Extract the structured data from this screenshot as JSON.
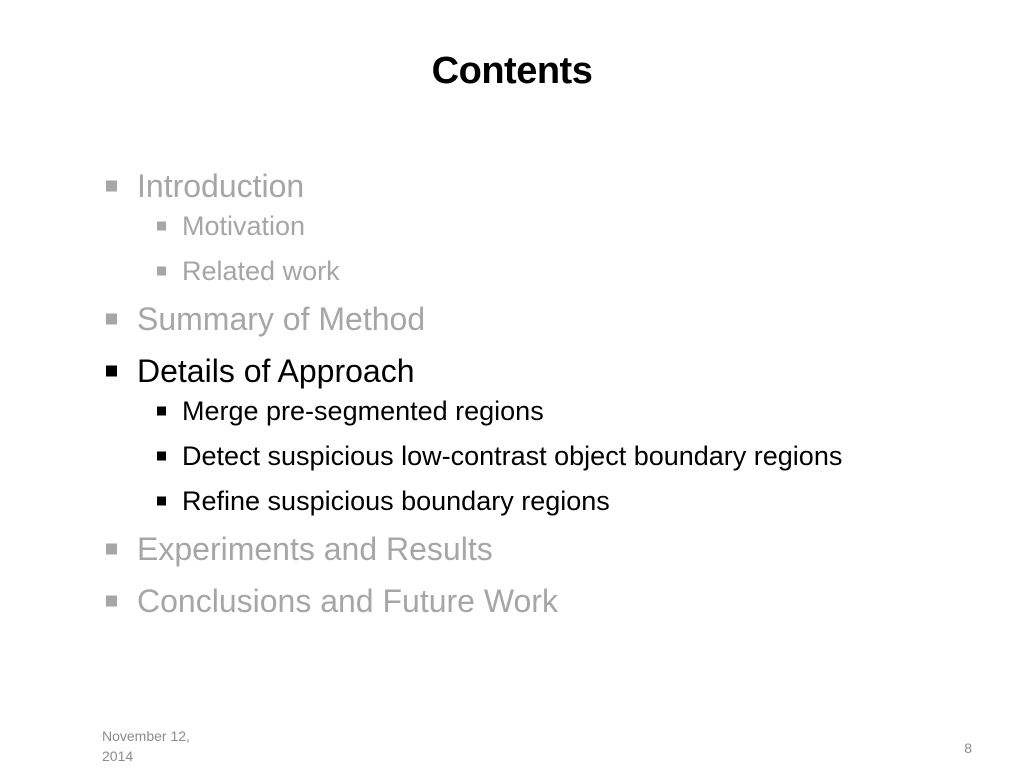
{
  "slide": {
    "title": "Contents",
    "outline": [
      {
        "label": "Introduction",
        "state": "dim"
      },
      {
        "label": "Motivation",
        "state": "dim"
      },
      {
        "label": "Related work",
        "state": "dim"
      },
      {
        "label": "Summary of Method",
        "state": "dim"
      },
      {
        "label": "Details of Approach",
        "state": "active"
      },
      {
        "label": "Merge pre-segmented regions",
        "state": "active"
      },
      {
        "label": "Detect suspicious low-contrast object boundary regions",
        "state": "active"
      },
      {
        "label": "Refine suspicious boundary regions",
        "state": "active"
      },
      {
        "label": "Experiments and Results",
        "state": "dim"
      },
      {
        "label": "Conclusions and Future Work",
        "state": "dim"
      }
    ],
    "footer": {
      "date": "November 12, 2014",
      "page_number": "8"
    }
  },
  "colors": {
    "active_text": "#000000",
    "dimmed_text": "#a6a6a6",
    "footer_text": "#8c8c8c",
    "background": "#ffffff"
  },
  "icons": {
    "bullet": "square-bullet-icon"
  }
}
